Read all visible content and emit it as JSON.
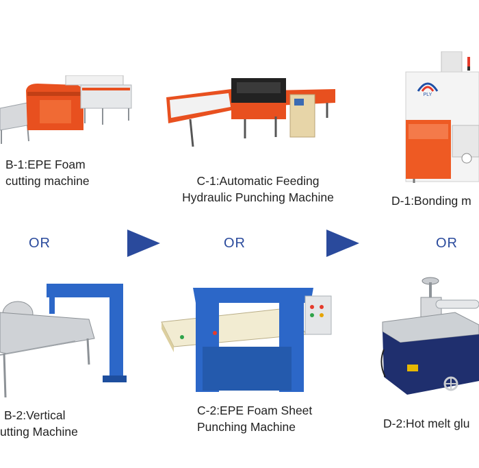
{
  "colors": {
    "accent_blue": "#2a4a9c",
    "machine_orange": "#e8501f",
    "machine_blue": "#2c67c8",
    "text": "#222222"
  },
  "steps": {
    "b1": {
      "line1": "B-1:EPE Foam",
      "line2": "cutting machine"
    },
    "c1": {
      "line1": "C-1:Automatic Feeding",
      "line2": "Hydraulic Punching Machine"
    },
    "d1": {
      "line1": "D-1:Bonding m"
    },
    "b2": {
      "line1": "B-2:Vertical",
      "line2": "utting Machine"
    },
    "c2": {
      "line1": "C-2:EPE Foam Sheet",
      "line2": "Punching Machine"
    },
    "d2": {
      "line1": "D-2:Hot melt glu"
    }
  },
  "or_labels": [
    "OR",
    "OR",
    "OR"
  ],
  "logo": {
    "text": "PLY"
  },
  "icons": [
    "arrow-right-icon",
    "arrow-right-icon"
  ]
}
